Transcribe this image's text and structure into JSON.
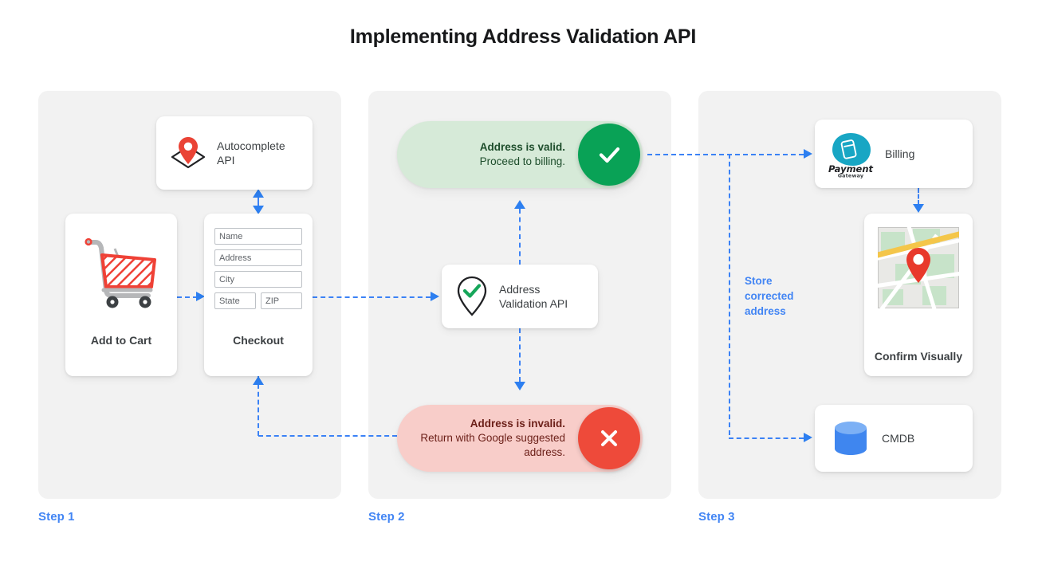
{
  "page": {
    "title": "Implementing Address Validation API"
  },
  "steps": [
    {
      "label": "Step 1"
    },
    {
      "label": "Step 2"
    },
    {
      "label": "Step 3"
    }
  ],
  "step1": {
    "autocomplete_card": {
      "label": "Autocomplete API",
      "icon": "map-pin-icon"
    },
    "add_to_cart_card": {
      "label": "Add to Cart",
      "icon": "shopping-cart-icon"
    },
    "checkout_card": {
      "label": "Checkout",
      "fields": [
        {
          "placeholder": "Name"
        },
        {
          "placeholder": "Address"
        },
        {
          "placeholder": "City"
        },
        {
          "placeholder": "State"
        },
        {
          "placeholder": "ZIP"
        }
      ]
    }
  },
  "step2": {
    "valid_pill": {
      "lead": "Address is valid.",
      "detail": "Proceed to billing.",
      "icon": "check-circle-icon",
      "bg_color": "#d6ead8",
      "badge_color": "#09a256"
    },
    "invalid_pill": {
      "lead": "Address is invalid.",
      "detail": "Return with Google suggested address.",
      "icon": "x-circle-icon",
      "bg_color": "#f8cdc9",
      "badge_color": "#ee4a3a"
    },
    "validation_card": {
      "label": "Address Validation API",
      "icon": "pin-check-icon"
    }
  },
  "step3": {
    "billing_card": {
      "label": "Billing",
      "logo_primary": "Payment",
      "logo_secondary": "Gateway",
      "icon": "payment-gateway-logo"
    },
    "confirm_card": {
      "label": "Confirm Visually",
      "icon": "map-thumbnail-icon"
    },
    "cmdb_card": {
      "label": "CMDB",
      "icon": "database-icon"
    },
    "store_note": "Store corrected address"
  },
  "colors": {
    "accent_blue": "#4285f4",
    "connector_blue": "#3b82f6",
    "panel_bg": "#f2f2f2",
    "valid_green": "#09a256",
    "invalid_red": "#ee4a3a",
    "pin_red": "#ea4335"
  }
}
